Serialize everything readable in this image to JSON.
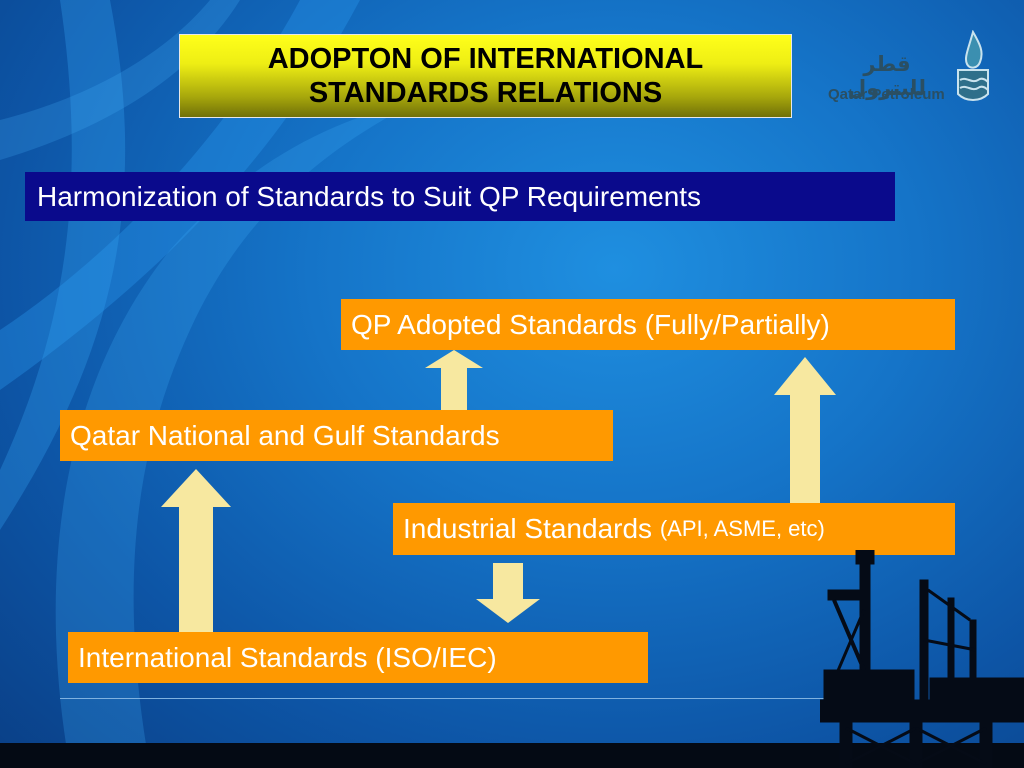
{
  "slide": {
    "title": "ADOPTON  OF INTERNATIONAL\nSTANDARDS RELATIONS",
    "subtitle": "Harmonization of Standards to Suit QP Requirements",
    "logo": {
      "arabic_text": "قطر للبترول",
      "latin_text": "Qatar Petroleum",
      "emblem_icon": "qp-flame-emblem-icon"
    },
    "boxes": {
      "qp_adopted": "QP Adopted Standards (Fully/Partially)",
      "national_gulf": "Qatar National and Gulf Standards",
      "industrial": "Industrial Standards ",
      "industrial_note": "(API, ASME, etc)",
      "international": "International Standards (ISO/IEC)"
    },
    "colors": {
      "background": "#1574c8",
      "title_box": "#eeee14",
      "subtitle_box": "#0a0a8c",
      "orange_box": "#ff9900",
      "arrow_fill": "#f7e8a0",
      "text_white": "#ffffff"
    },
    "decorations": [
      "oil-rig-silhouette-icon",
      "arrow-up-icon",
      "arrow-down-icon"
    ]
  }
}
